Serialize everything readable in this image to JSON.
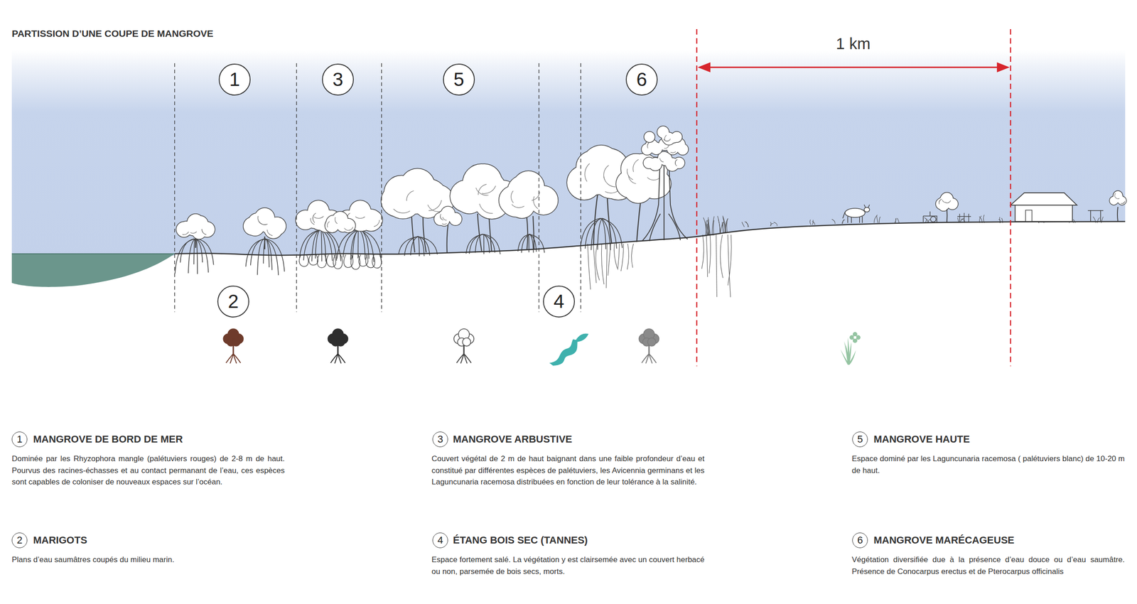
{
  "diagram": {
    "title": "PARTISSION D’UNE COUPE DE MANGROVE",
    "nodes": [
      {
        "text": [
          "1"
        ]
      },
      {
        "text": [
          "3"
        ]
      },
      {
        "text": [
          "5"
        ]
      },
      {
        "text": [
          "6"
        ]
      },
      {
        "text": [
          "2"
        ]
      },
      {
        "text": [
          "4"
        ]
      },
      {
        "text": [
          "1"
        ]
      },
      {
        "text": [
          "3"
        ]
      },
      {
        "text": [
          "5"
        ]
      },
      {
        "text": [
          "2"
        ]
      },
      {
        "text": [
          "4"
        ]
      },
      {
        "text": [
          "6"
        ]
      }
    ],
    "labels": [
      "1 km",
      "MANGROVE DE BORD DE MER",
      "Dominée par les Rhyzophora mangle (palétuviers rouges) de 2-8 m de haut. Pourvus des racines-échasses et au contact permanant de l’eau, ces espèces sont capables de coloniser de nouveaux espaces sur l’océan.",
      "MANGROVE ARBUSTIVE",
      "Couvert végétal de 2 m de haut baignant dans une faible profondeur d’eau et constitué par différentes espèces de palétuviers, les Avicennia germinans et les Laguncunaria racemosa distribuées en fonction de leur tolérance à la salinité.",
      "MANGROVE HAUTE",
      "Espace dominé par les Laguncunaria racemosa ( palétuviers blanc) de 10-20 m de haut.",
      "MARIGOTS",
      "Plans d’eau saumâtres coupés du milieu marin.",
      "ÉTANG BOIS SEC (TANNES)",
      "Espace fortement salé. La végétation y est clairsemée avec un couvert herbacé ou non, parsemée de bois secs, morts.",
      "MANGROVE MARÉCAGEUSE",
      "Végétation diversifiée due à la présence d’eau douce ou d’eau saumâtre. Présence de Conocarpus erectus et de Pterocarpus officinalis"
    ]
  }
}
